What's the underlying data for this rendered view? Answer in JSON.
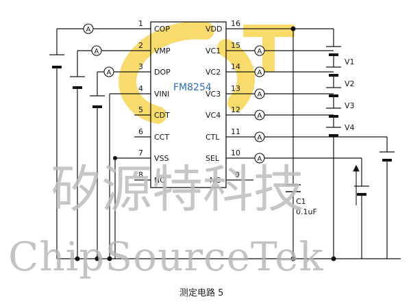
{
  "caption": "测定电路 5",
  "chip": {
    "name": "FM8254",
    "left_pins": [
      {
        "num": "1",
        "label": "COP"
      },
      {
        "num": "2",
        "label": "VMP"
      },
      {
        "num": "3",
        "label": "DOP"
      },
      {
        "num": "4",
        "label": "VINI"
      },
      {
        "num": "5",
        "label": "CDT"
      },
      {
        "num": "6",
        "label": "CCT"
      },
      {
        "num": "7",
        "label": "VSS"
      },
      {
        "num": "8",
        "label": "NC"
      }
    ],
    "right_pins": [
      {
        "num": "16",
        "label": "VDD"
      },
      {
        "num": "15",
        "label": "VC1"
      },
      {
        "num": "14",
        "label": "VC2"
      },
      {
        "num": "13",
        "label": "VC3"
      },
      {
        "num": "12",
        "label": "VC4"
      },
      {
        "num": "11",
        "label": "CTL"
      },
      {
        "num": "10",
        "label": "SEL"
      },
      {
        "num": "9",
        "label": "NC"
      }
    ]
  },
  "sources": [
    "V1",
    "V2",
    "V3",
    "V4"
  ],
  "capacitor": {
    "name": "C1",
    "value": "0.1uF"
  },
  "ammeter_symbol": "A",
  "watermark": {
    "cn": "矽源特科技",
    "en": "ChipSourceTek"
  },
  "logo_color": "#f5c518"
}
